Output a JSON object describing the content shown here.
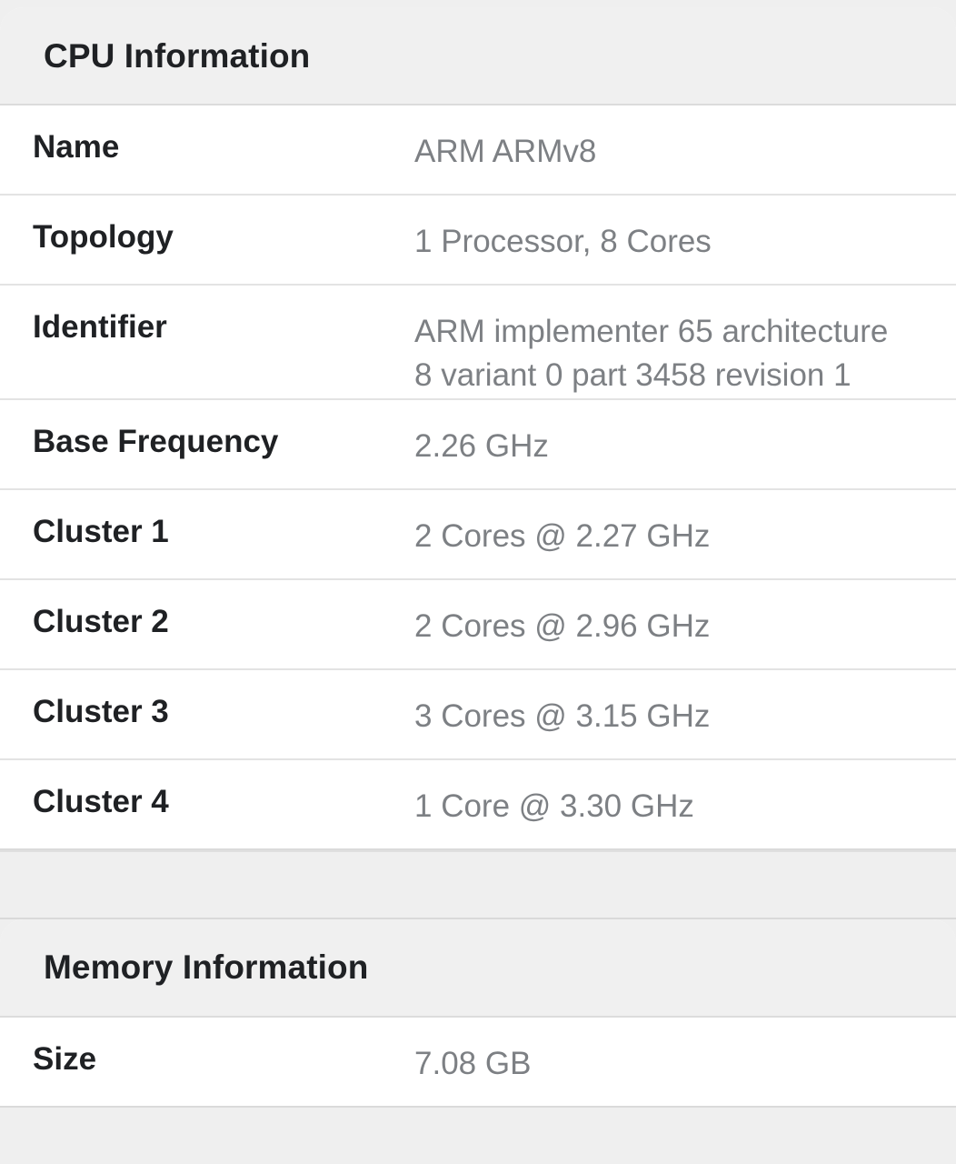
{
  "sections": [
    {
      "id": "cpu-information",
      "title": "CPU Information",
      "rows": [
        {
          "label": "Name",
          "value": "ARM ARMv8"
        },
        {
          "label": "Topology",
          "value": "1 Processor, 8 Cores"
        },
        {
          "label": "Identifier",
          "value": "ARM implementer 65 architecture 8 variant 0 part 3458 revision 1"
        },
        {
          "label": "Base Frequency",
          "value": "2.26 GHz"
        },
        {
          "label": "Cluster 1",
          "value": "2 Cores @ 2.27 GHz"
        },
        {
          "label": "Cluster 2",
          "value": "2 Cores @ 2.96 GHz"
        },
        {
          "label": "Cluster 3",
          "value": "3 Cores @ 3.15 GHz"
        },
        {
          "label": "Cluster 4",
          "value": "1 Core @ 3.30 GHz"
        }
      ]
    },
    {
      "id": "memory-information",
      "title": "Memory Information",
      "rows": [
        {
          "label": "Size",
          "value": "7.08 GB"
        }
      ]
    }
  ],
  "colors": {
    "page_background": "#efefef",
    "card_background": "#ffffff",
    "header_background": "#f0f0f0",
    "label_text": "#1f2124",
    "value_text": "#7d8084",
    "separator": "#e3e3e3"
  }
}
